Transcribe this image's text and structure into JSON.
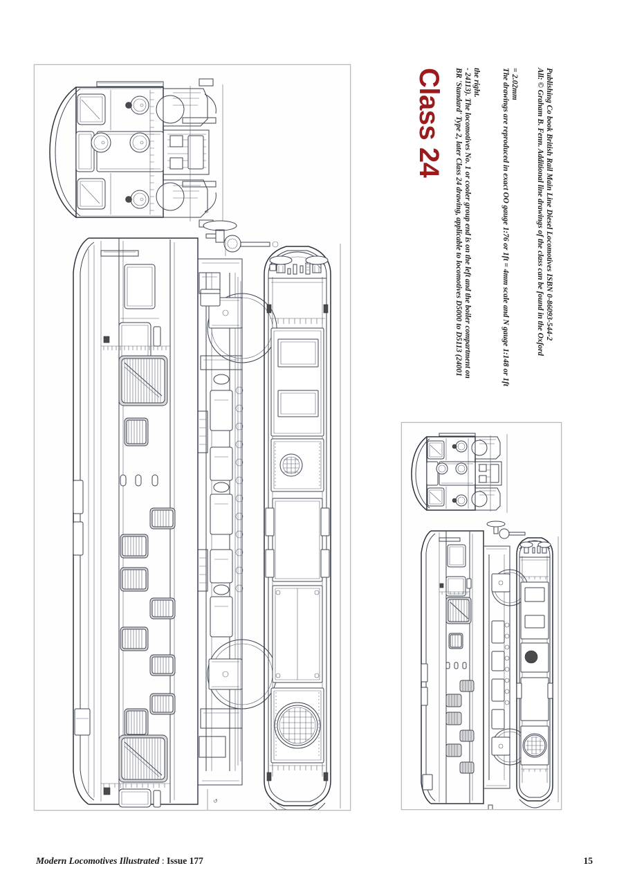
{
  "page": {
    "number": "15",
    "background": "#ffffff"
  },
  "title": {
    "text": "Class 24",
    "color": "#9b1a1c",
    "orientation": "vertical-rotated-90"
  },
  "notes": [
    {
      "id": "drawing-description",
      "lines": [
        "BR 'Standard' Type 2, later Class 24 drawing, applicable to locomotives D5000 to D5113 (24001",
        "- 24113). The locomotives No. 1 or cooler group end is on the left and the boiler compartment on",
        "the right."
      ]
    },
    {
      "id": "scale-note",
      "lines": [
        "The drawings are reproduced in exact OO gauge 1:76 or 1ft = 4mm scale and N gauge 1:148 or 1ft",
        "= 2.02mm"
      ]
    },
    {
      "id": "credit-note",
      "lines": [
        "All: © Graham B. Fenn. Additional line drawings of the class can be found in the Oxford",
        "Publishing Co book British Rail Main Line Diesel Locomotives ISBN 0-86093-544-2"
      ]
    }
  ],
  "footer": {
    "publication": "Modern Locomotives Illustrated",
    "separator": " : ",
    "issue": "Issue 177",
    "page_number": "15"
  },
  "panels": [
    {
      "id": "panel-main",
      "label": "OO gauge 1:76 drawing set",
      "views": [
        {
          "name": "cab-end-elevation",
          "description": "No.2 cab end front elevation with windscreens, marker lights and buffers"
        },
        {
          "name": "side-elevation",
          "description": "Full side elevation showing body side grilles, cab doors, bogies and underframe equipment"
        },
        {
          "name": "roof-plan",
          "description": "Roof plan view with horns, roof hatches, boiler filler and radiator fan grille"
        }
      ]
    },
    {
      "id": "panel-inset",
      "label": "N gauge 1:148 drawing set",
      "views": [
        {
          "name": "cab-end-elevation-small",
          "description": "Reduced scale cab end elevation"
        },
        {
          "name": "side-elevation-small",
          "description": "Reduced scale side elevation"
        },
        {
          "name": "roof-plan-small",
          "description": "Reduced scale roof plan"
        }
      ]
    }
  ],
  "drawing_colors": {
    "line": "#3d4352",
    "thin_line": "#5a6070",
    "heavy_line": "#2c313c",
    "grille_fill": "#d9d9d9",
    "dark_fill": "#4a4a4a",
    "panel_border": "#b9b9b9"
  }
}
